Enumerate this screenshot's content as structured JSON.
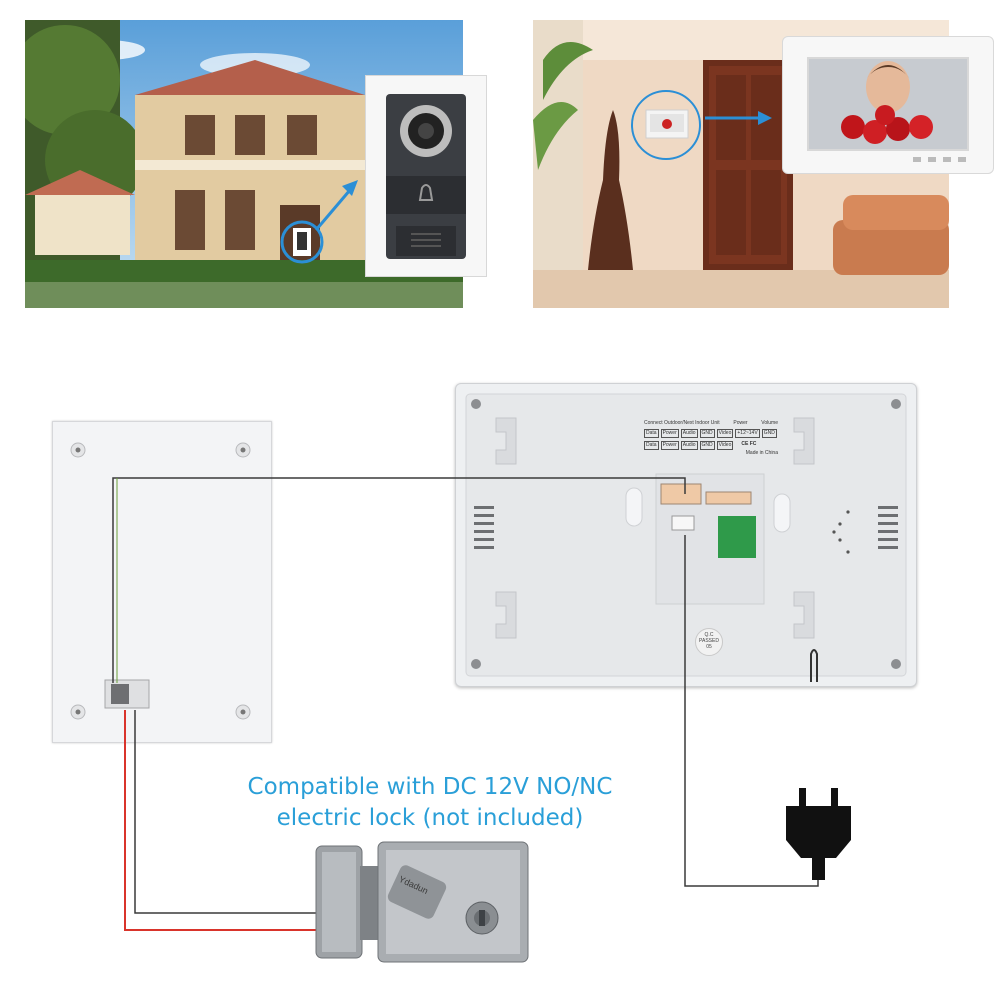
{
  "colors": {
    "caption": "#2a9fd8",
    "wire_red": "#d9342b",
    "wire_dark": "#3a3a3a",
    "arrow": "#2b8fd6",
    "panel_white": "#f2f3f5",
    "lcd_green": "#2f9a4a"
  },
  "caption": {
    "line1": "Compatible with DC 12V NO/NC",
    "line2": "electric lock (not included)"
  },
  "monitor_back_label": {
    "header": "Connect Outdoor/Next Indoor Unit",
    "power": "Power",
    "volume": "Volume",
    "row1": [
      "Data",
      "Power",
      "Audio",
      "GND",
      "Video"
    ],
    "row2": [
      "Data",
      "Power",
      "Audio",
      "GND",
      "Video"
    ],
    "power_values": [
      "+12~14V",
      "GND"
    ],
    "cert": "CE FC",
    "made": "Made in China",
    "qc": "Q.C",
    "qc_status": "PASSED",
    "qc_num": "05"
  },
  "lock_brand": "Ydadun",
  "icons": [
    "house-photo",
    "doorbell-camera-icon",
    "room-photo",
    "indoor-monitor-icon",
    "arrow-icon",
    "power-plug-icon",
    "electric-lock-icon"
  ]
}
